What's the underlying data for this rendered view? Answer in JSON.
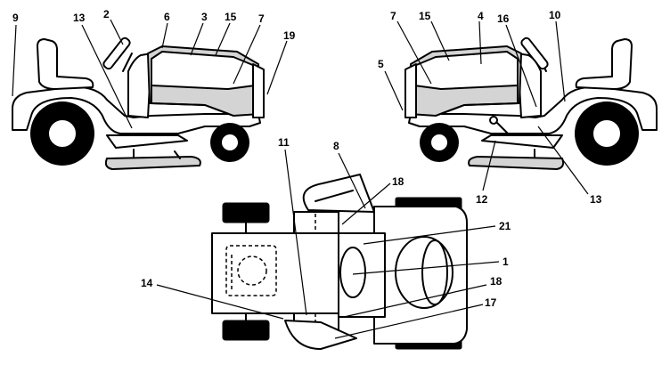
{
  "callouts": {
    "left_view": [
      "9",
      "13",
      "2",
      "6",
      "3",
      "15",
      "7",
      "19"
    ],
    "right_view": [
      "7",
      "15",
      "4",
      "16",
      "10",
      "5",
      "12",
      "13"
    ],
    "top_view": [
      "11",
      "8",
      "18",
      "21",
      "1",
      "14",
      "18",
      "17"
    ]
  }
}
